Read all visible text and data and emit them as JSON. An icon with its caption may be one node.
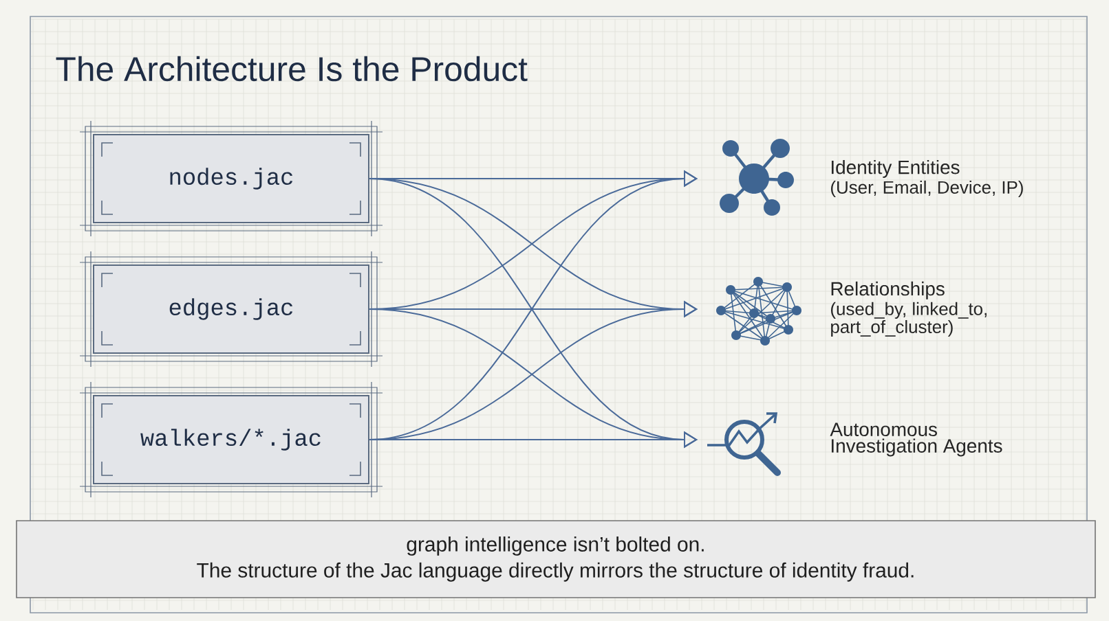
{
  "diagram": {
    "title": "The Architecture Is the Product",
    "nodes": [
      {
        "text": [
          "nodes.jac"
        ]
      },
      {
        "text": [
          "edges.jac"
        ]
      },
      {
        "text": [
          "walkers/*.jac"
        ]
      },
      {
        "text": [
          "Identity Entities",
          "(User, Email, Device, IP)"
        ]
      },
      {
        "text": [
          "Relationships",
          "(used_by, linked_to, part_of_cluster)"
        ]
      },
      {
        "text": [
          "Autonomous Investigation Agents"
        ]
      },
      {
        "text": [
          "graph intelligence isn’t bolted on.",
          "The structure of the Jac language directly mirrors the structure of identity fraud."
        ]
      }
    ],
    "edges": [
      {
        "from": 0,
        "to": 3,
        "arrow": "to"
      },
      {
        "from": 0,
        "to": 4,
        "arrow": "to"
      },
      {
        "from": 0,
        "to": 5,
        "arrow": "to"
      },
      {
        "from": 1,
        "to": 3,
        "arrow": "to"
      },
      {
        "from": 1,
        "to": 4,
        "arrow": "to"
      },
      {
        "from": 1,
        "to": 5,
        "arrow": "to"
      },
      {
        "from": 2,
        "to": 3,
        "arrow": "to"
      },
      {
        "from": 2,
        "to": 4,
        "arrow": "to"
      },
      {
        "from": 2,
        "to": 5,
        "arrow": "to"
      }
    ]
  }
}
